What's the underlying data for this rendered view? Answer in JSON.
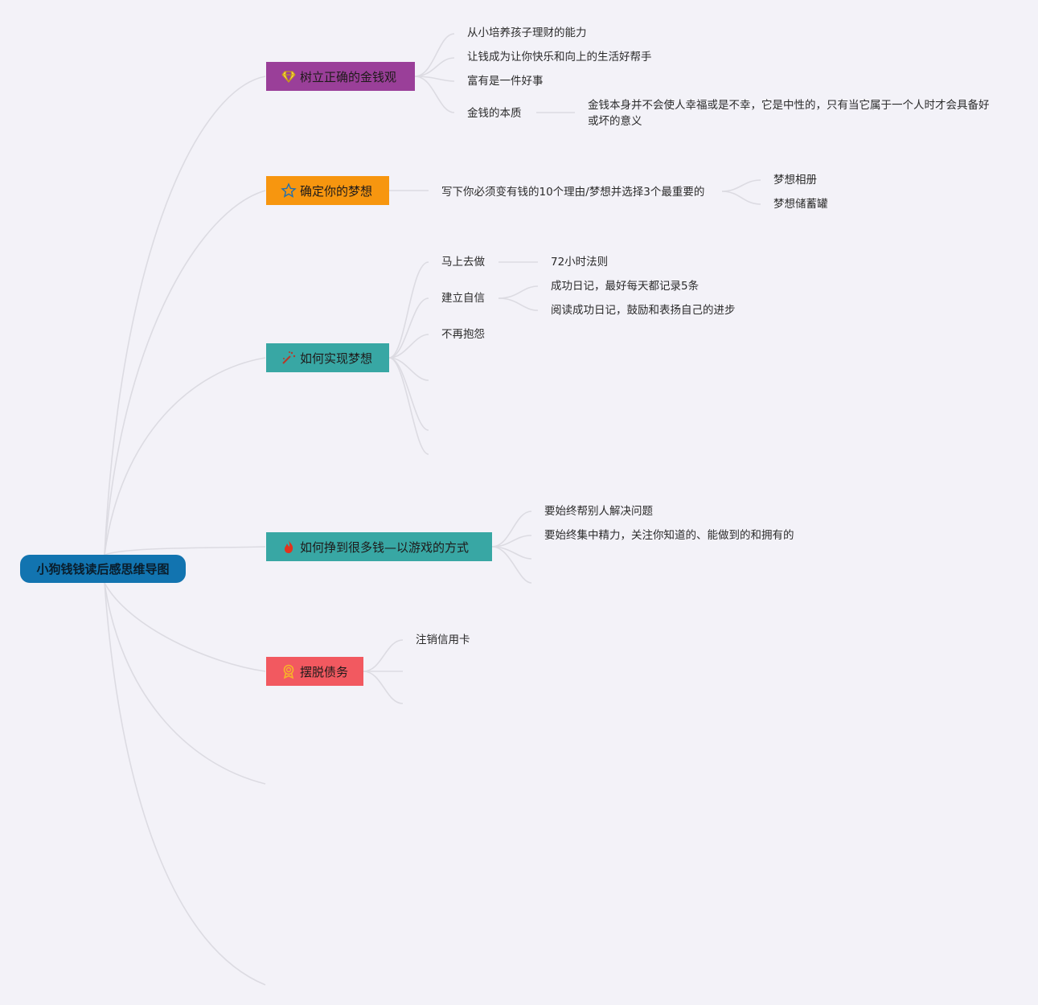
{
  "root": {
    "label": "小狗钱钱读后感思维导图"
  },
  "colors": {
    "root": "#1274b0",
    "b1": "#9a3f99",
    "b2": "#f7960f",
    "b3": "#38a7a4",
    "b4": "#38a7a4",
    "b5": "#f25960",
    "link": "#dcdbe2"
  },
  "branches": [
    {
      "label": "树立正确的金钱观",
      "icon": "diamond-icon",
      "children": [
        {
          "label": "从小培养孩子理财的能力"
        },
        {
          "label": "让钱成为让你快乐和向上的生活好帮手"
        },
        {
          "label": "富有是一件好事"
        },
        {
          "label": "金钱的本质",
          "children": [
            {
              "label": "金钱本身并不会使人幸福或是不幸，它是中性的，只有当它属于一个人时才会具备好或坏的意义"
            }
          ]
        }
      ]
    },
    {
      "label": "确定你的梦想",
      "icon": "star-icon",
      "children": [
        {
          "label": "写下你必须变有钱的10个理由/梦想并选择3个最重要的",
          "children": [
            {
              "label": "梦想相册"
            },
            {
              "label": "梦想储蓄罐"
            }
          ]
        }
      ]
    },
    {
      "label": "如何实现梦想",
      "icon": "magic-wand-icon",
      "children": [
        {
          "label": "马上去做",
          "children": [
            {
              "label": "72小时法则"
            }
          ]
        },
        {
          "label": "建立自信",
          "children": [
            {
              "label": "成功日记，最好每天都记录5条"
            },
            {
              "label": "阅读成功日记，鼓励和表扬自己的进步"
            }
          ]
        },
        {
          "label": "不再抱怨"
        }
      ]
    },
    {
      "label": "如何挣到很多钱—以游戏的方式",
      "icon": "flame-icon",
      "children": [
        {
          "label": "要始终帮别人解决问题"
        },
        {
          "label": "要始终集中精力，关注你知道的、能做到的和拥有的"
        }
      ]
    },
    {
      "label": "摆脱债务",
      "icon": "badge-icon",
      "children": [
        {
          "label": "注销信用卡"
        }
      ]
    }
  ]
}
